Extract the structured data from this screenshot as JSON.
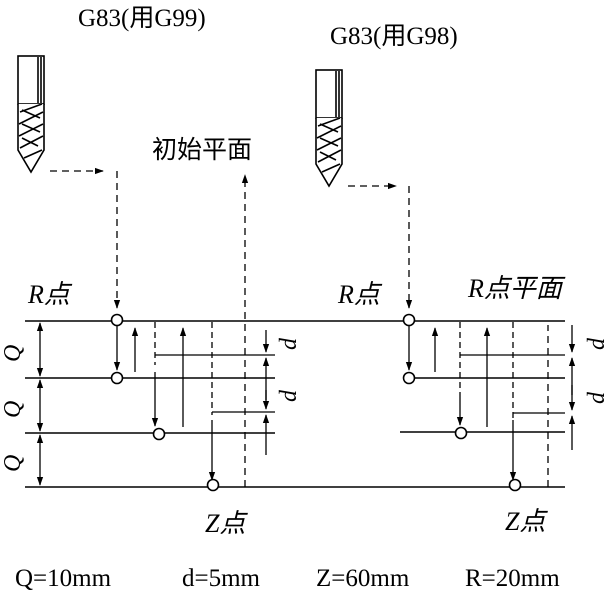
{
  "labels": {
    "left_title": "G83(用G99)",
    "right_title": "G83(用G98)",
    "initial_plane": "初始平面",
    "r_point_left": "R点",
    "r_point_right": "R点",
    "r_plane": "R点平面",
    "z_point_left": "Z点",
    "z_point_right": "Z点",
    "q_letter": "Q",
    "d_letter": "d"
  },
  "params": {
    "q_value": "Q=10mm",
    "d_value": "d=5mm",
    "z_value": "Z=60mm",
    "r_value": "R=20mm"
  }
}
